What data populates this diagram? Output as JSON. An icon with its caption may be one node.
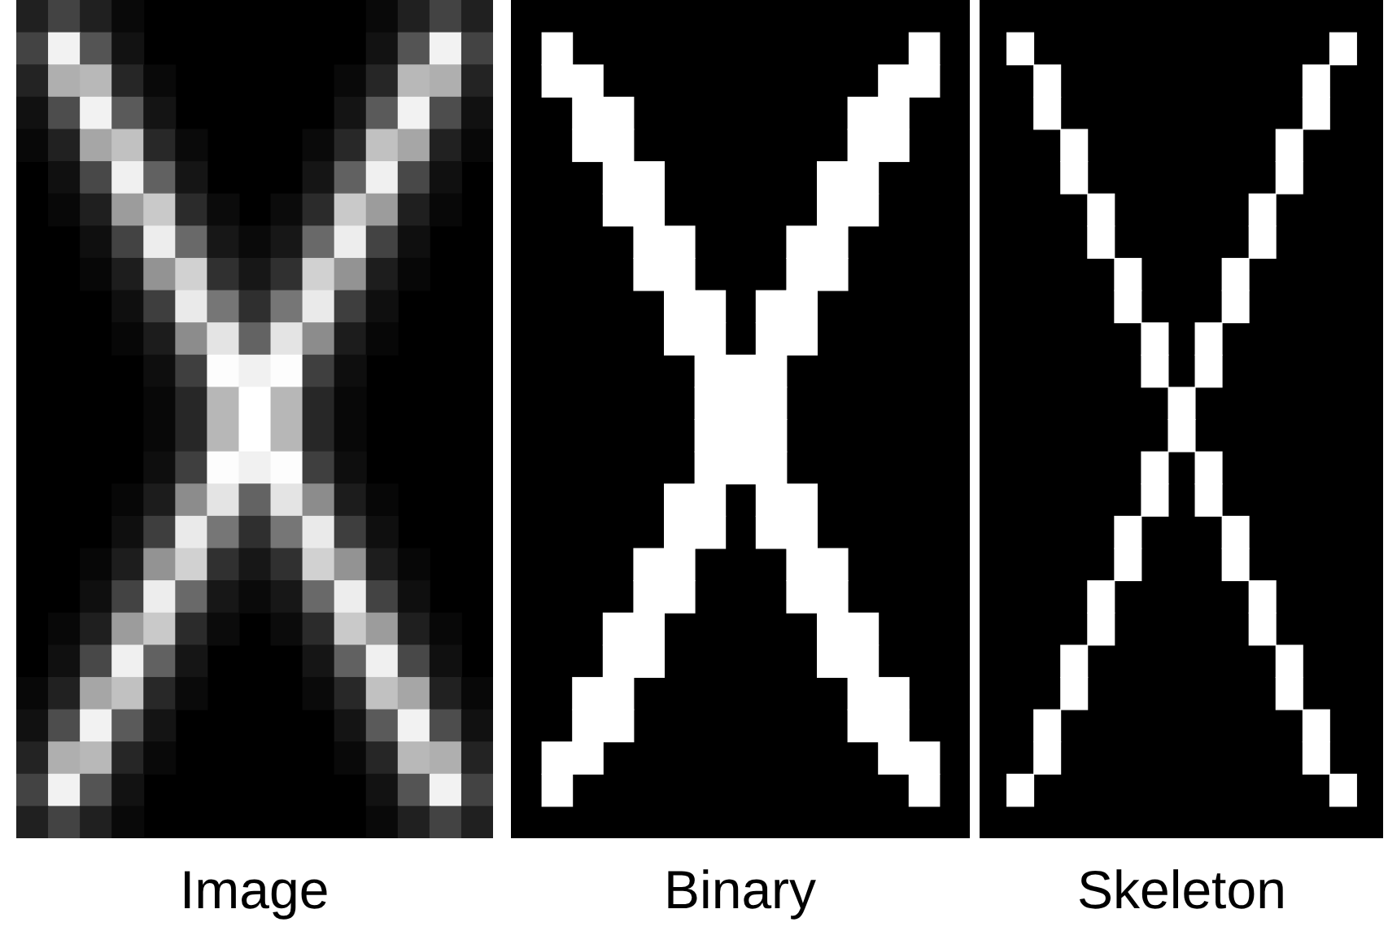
{
  "diagram": {
    "labels": [
      "Image",
      "Binary",
      "Skeleton"
    ]
  }
}
